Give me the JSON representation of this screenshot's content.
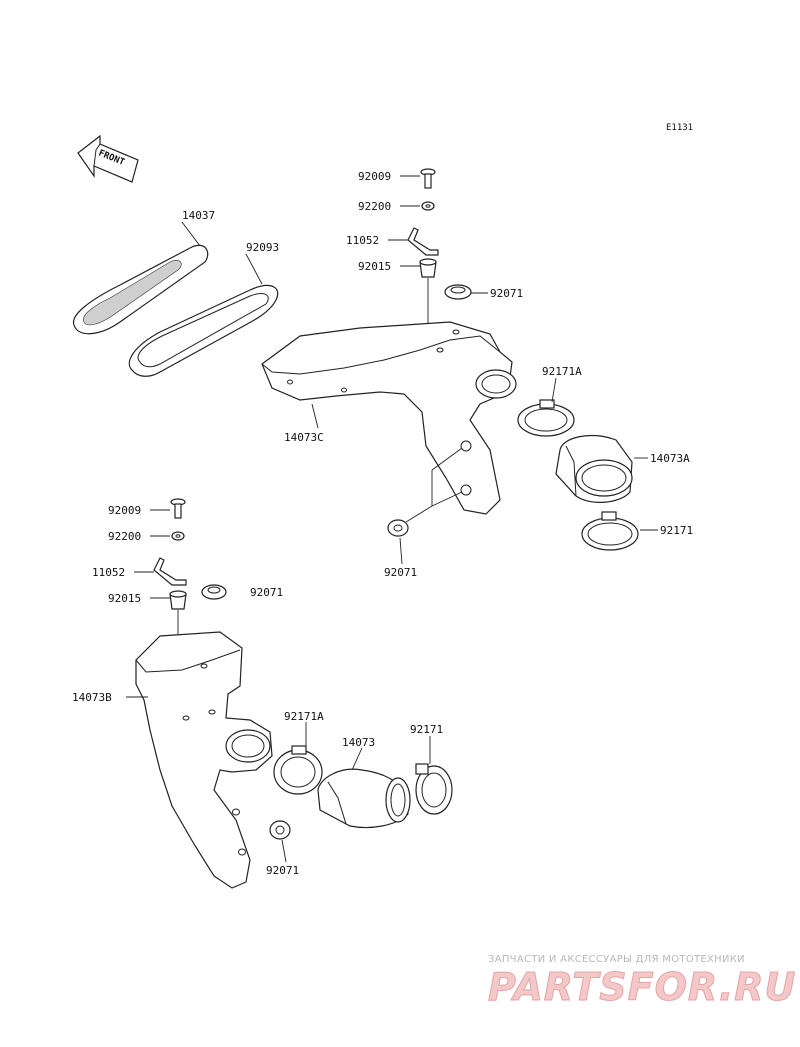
{
  "diagram_code": "E1131",
  "front_label": "FRONT",
  "parts": {
    "p14037": "14037",
    "p92093": "92093",
    "p92009_a": "92009",
    "p92200_a": "92200",
    "p11052_a": "11052",
    "p92015_a": "92015",
    "p92071_a": "92071",
    "p14073c": "14073C",
    "p92171a_a": "92171A",
    "p14073a": "14073A",
    "p92071_b": "92071",
    "p92171_a": "92171",
    "p92009_b": "92009",
    "p92200_b": "92200",
    "p11052_b": "11052",
    "p92015_b": "92015",
    "p92071_c": "92071",
    "p14073b": "14073B",
    "p92171a_b": "92171A",
    "p14073": "14073",
    "p92171_b": "92171",
    "p92071_d": "92071"
  },
  "watermark": {
    "tagline": "ЗАПЧАСТИ И АКСЕССУАРЫ ДЛЯ МОТОТЕХНИКИ",
    "logo": "PARTSFOR.RU"
  }
}
